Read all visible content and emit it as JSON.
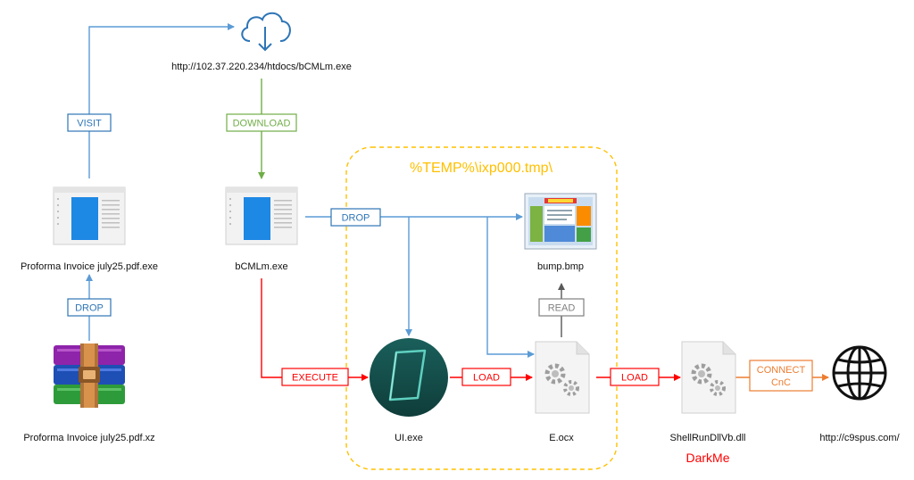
{
  "diagram": {
    "urls": {
      "download_url": "http://102.37.220.234/htdocs/bCMLm.exe",
      "cnc_url": "http://c9spus.com/"
    },
    "tags": {
      "visit": "VISIT",
      "download": "DOWNLOAD",
      "drop_top": "DROP",
      "drop_left": "DROP",
      "execute": "EXECUTE",
      "load_1": "LOAD",
      "load_2": "LOAD",
      "read": "READ",
      "connect_line1": "CONNECT",
      "connect_line2": "CnC"
    },
    "files": {
      "proforma_exe": "Proforma Invoice july25.pdf.exe",
      "proforma_xz": "Proforma Invoice july25.pdf.xz",
      "bcmlm": "bCMLm.exe",
      "ui_exe": "UI.exe",
      "e_ocx": "E.ocx",
      "bump_bmp": "bump.bmp",
      "shellrun_dll": "ShellRunDllVb.dll"
    },
    "temp_dir": "%TEMP%\\ixp000.tmp\\",
    "malware_name": "DarkMe",
    "colors": {
      "blue": "#5b9bd5",
      "green": "#70ad47",
      "red": "#ff0000",
      "orange": "#ed7d31",
      "gold": "#ffc000",
      "gray": "#7f7f7f",
      "darkme": "#ff0000"
    },
    "icons": [
      "cloud-download-icon",
      "exe-window-icon",
      "winrar-archive-icon",
      "ui-exe-app-icon",
      "image-file-icon",
      "gear-file-icon",
      "globe-icon"
    ]
  }
}
